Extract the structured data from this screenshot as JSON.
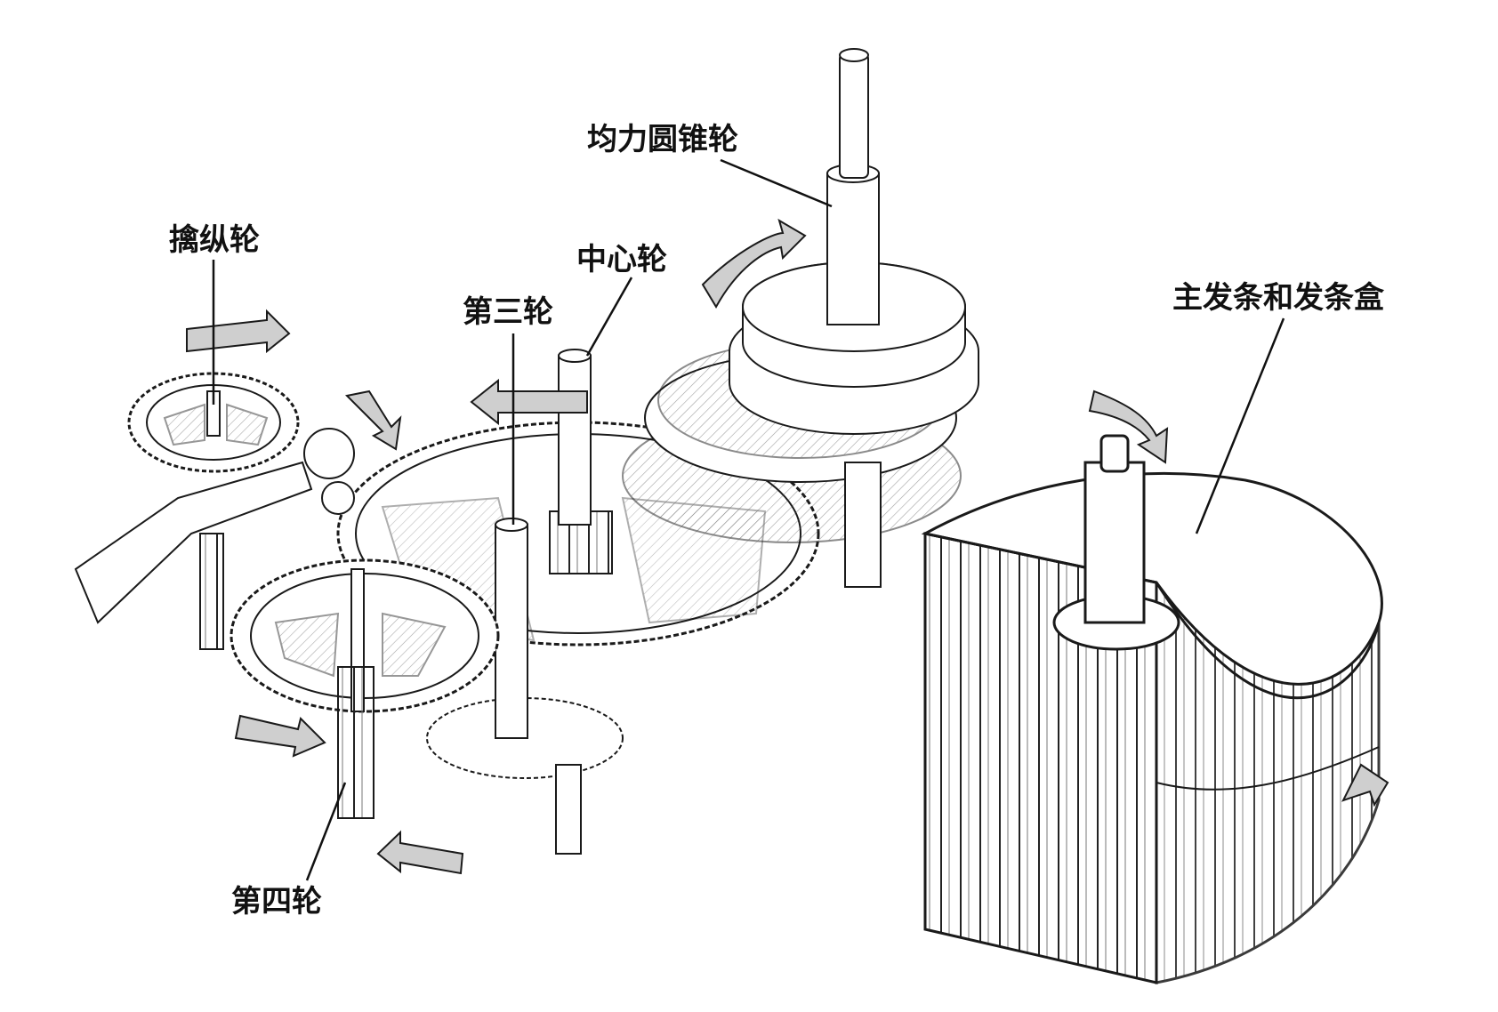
{
  "labels": {
    "fusee": "均力圆锥轮",
    "escape_wheel": "擒纵轮",
    "center_wheel": "中心轮",
    "third_wheel": "第三轮",
    "mainspring_barrel": "主发条和发条盒",
    "fourth_wheel": "第四轮"
  },
  "colors": {
    "ink": "#1a1a1a",
    "paper": "#ffffff",
    "arrow_fill": "#cfcfcf"
  }
}
